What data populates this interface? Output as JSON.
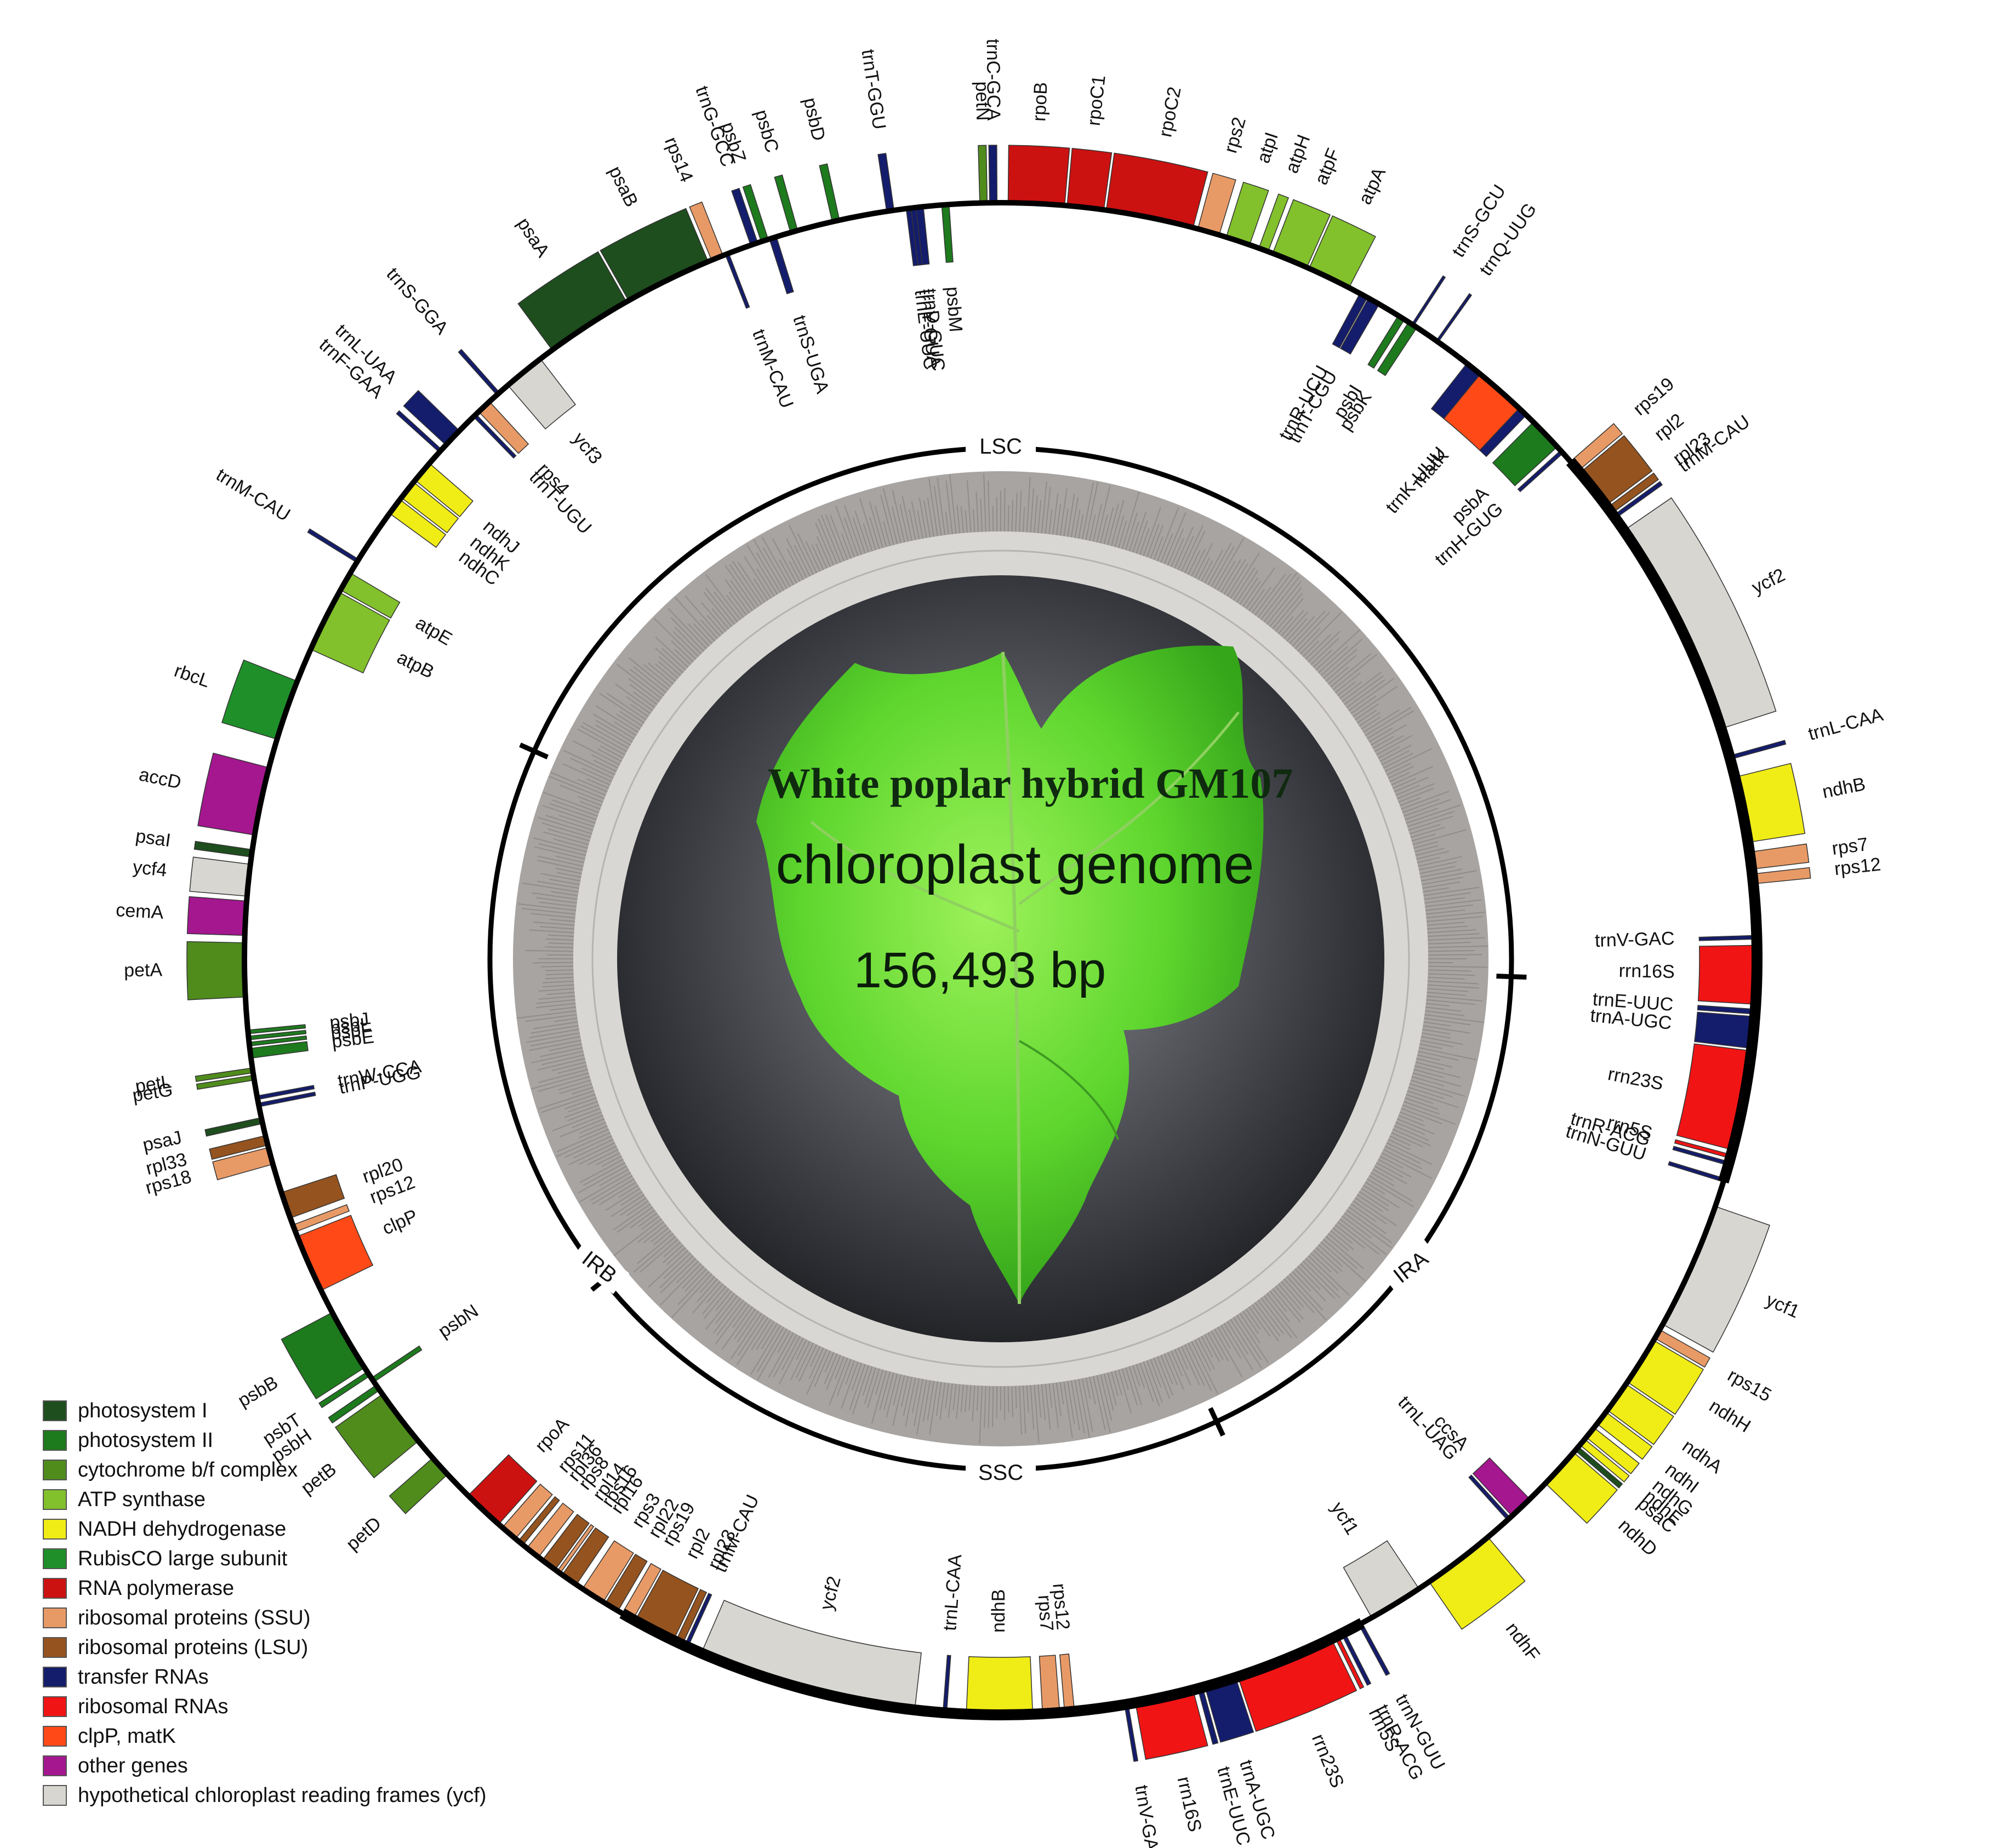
{
  "title": "White poplar hybrid GM107",
  "subtitle": "chloroplast genome",
  "size_label": "156,493 bp",
  "regions": {
    "lsc": "LSC",
    "ssc": "SSC",
    "ira": "IRA",
    "irb": "IRB"
  },
  "colors": {
    "photosystem_i": "#1e4d1e",
    "photosystem_ii": "#1d7a1d",
    "cytochrome": "#4f8c1c",
    "atp": "#82c02c",
    "ndh": "#f0ec16",
    "rubisco": "#1f8f2a",
    "rnapol": "#cc1111",
    "ssu": "#e89a66",
    "lsu": "#94531f",
    "trna": "#141c6c",
    "rrna": "#f01414",
    "clp": "#ff4a18",
    "other": "#a4178f",
    "ycf": "#d8d6d0"
  },
  "legend": [
    {
      "label": "photosystem I",
      "color": "#1e4d1e"
    },
    {
      "label": "photosystem II",
      "color": "#1d7a1d"
    },
    {
      "label": "cytochrome b/f complex",
      "color": "#4f8c1c"
    },
    {
      "label": "ATP synthase",
      "color": "#82c02c"
    },
    {
      "label": "NADH dehydrogenase",
      "color": "#f0ec16"
    },
    {
      "label": "RubisCO large subunit",
      "color": "#1f8f2a"
    },
    {
      "label": "RNA polymerase",
      "color": "#cc1111"
    },
    {
      "label": "ribosomal proteins (SSU)",
      "color": "#e89a66"
    },
    {
      "label": "ribosomal proteins (LSU)",
      "color": "#94531f"
    },
    {
      "label": "transfer RNAs",
      "color": "#141c6c"
    },
    {
      "label": "ribosomal RNAs",
      "color": "#f01414"
    },
    {
      "label": "clpP, matK",
      "color": "#ff4a18"
    },
    {
      "label": "other genes",
      "color": "#a4178f"
    },
    {
      "label": "hypothetical chloroplast reading frames (ycf)",
      "color": "#d8d6d0"
    }
  ],
  "genes": [
    {
      "name": "rpoB",
      "start": 0.6,
      "end": 5.2,
      "strand": "out",
      "cat": "rnapol",
      "out": true
    },
    {
      "name": "rpoC1",
      "start": 5.4,
      "end": 8.4,
      "strand": "out",
      "cat": "rnapol",
      "out": true
    },
    {
      "name": "rpoC2",
      "start": 8.6,
      "end": 15.8,
      "strand": "out",
      "cat": "rnapol",
      "out": true
    },
    {
      "name": "rps2",
      "start": 16.2,
      "end": 18.0,
      "strand": "out",
      "cat": "ssu",
      "out": true
    },
    {
      "name": "atpI",
      "start": 18.6,
      "end": 20.6,
      "strand": "out",
      "cat": "atp",
      "out": true
    },
    {
      "name": "atpH",
      "start": 21.4,
      "end": 22.2,
      "strand": "out",
      "cat": "atp",
      "out": true
    },
    {
      "name": "atpF",
      "start": 22.6,
      "end": 25.6,
      "strand": "out",
      "cat": "atp",
      "out": true
    },
    {
      "name": "atpA",
      "start": 25.8,
      "end": 29.4,
      "strand": "out",
      "cat": "atp",
      "out": true
    },
    {
      "name": "trnR-UCU",
      "start": 30.4,
      "end": 31.1,
      "strand": "in",
      "cat": "trna",
      "out": false
    },
    {
      "name": "trnT-CGU",
      "start": 31.2,
      "end": 32.2,
      "strand": "in",
      "cat": "trna",
      "out": false
    },
    {
      "name": "psbI",
      "start": 34.0,
      "end": 34.6,
      "strand": "in",
      "cat": "photosystem_ii",
      "out": false
    },
    {
      "name": "psbK",
      "start": 35.0,
      "end": 35.8,
      "strand": "in",
      "cat": "photosystem_ii",
      "out": false
    },
    {
      "name": "trnS-GCU",
      "start": 35.3,
      "end": 35.5,
      "strand": "out",
      "cat": "trna",
      "out": true
    },
    {
      "name": "trnQ-UUG",
      "start": 37.7,
      "end": 37.9,
      "strand": "out",
      "cat": "trna",
      "out": true
    },
    {
      "name": "trnK-UUU",
      "start": 40.8,
      "end": 47.2,
      "strand": "in",
      "cat": "trna",
      "out": false
    },
    {
      "name": "matK",
      "start": 42.2,
      "end": 46.4,
      "strand": "in",
      "cat": "clp",
      "out": false
    },
    {
      "name": "psbA",
      "start": 48.0,
      "end": 50.8,
      "strand": "in",
      "cat": "photosystem_ii",
      "out": false
    },
    {
      "name": "trnH-GUG",
      "start": 51.2,
      "end": 51.5,
      "strand": "in",
      "cat": "trna",
      "out": false
    },
    {
      "name": "rps19",
      "start": 52.4,
      "end": 53.4,
      "strand": "out",
      "cat": "ssu",
      "out": true
    },
    {
      "name": "rpl2",
      "start": 53.6,
      "end": 57.0,
      "strand": "out",
      "cat": "lsu",
      "out": true
    },
    {
      "name": "rpl23",
      "start": 57.2,
      "end": 57.8,
      "strand": "out",
      "cat": "lsu",
      "out": true
    },
    {
      "name": "trnM-CAU",
      "start": 58.0,
      "end": 58.3,
      "strand": "out",
      "cat": "trna",
      "out": true
    },
    {
      "name": "ycf2",
      "start": 59.5,
      "end": 77.5,
      "strand": "out",
      "cat": "ycf",
      "out": true
    },
    {
      "name": "trnL-CAA",
      "start": 79.8,
      "end": 80.1,
      "strand": "out",
      "cat": "trna",
      "out": true
    },
    {
      "name": "ndhB",
      "start": 81.6,
      "end": 87.0,
      "strand": "out",
      "cat": "ndh",
      "out": true
    },
    {
      "name": "rps7",
      "start": 87.8,
      "end": 89.2,
      "strand": "out",
      "cat": "ssu",
      "out": true
    },
    {
      "name": "rps12",
      "start": 89.6,
      "end": 90.4,
      "strand": "out",
      "cat": "ssu",
      "out": true
    },
    {
      "name": "trnV-GAC",
      "start": 94.6,
      "end": 94.9,
      "strand": "in",
      "cat": "trna",
      "out": false
    },
    {
      "name": "rrn16S",
      "start": 95.4,
      "end": 100.2,
      "strand": "in",
      "cat": "rrna",
      "out": false
    },
    {
      "name": "trnE-UUC",
      "start": 100.6,
      "end": 101.0,
      "strand": "in",
      "cat": "trna",
      "out": false
    },
    {
      "name": "trnA-UGC",
      "start": 101.2,
      "end": 103.8,
      "strand": "in",
      "cat": "trna",
      "out": false
    },
    {
      "name": "rrn23S",
      "start": 104.0,
      "end": 112.2,
      "strand": "in",
      "cat": "rrna",
      "out": false
    },
    {
      "name": "rrn5S",
      "start": 112.6,
      "end": 112.9,
      "strand": "in",
      "cat": "rrna",
      "out": false
    },
    {
      "name": "trnR-ACG",
      "start": 113.2,
      "end": 113.5,
      "strand": "in",
      "cat": "trna",
      "out": false
    },
    {
      "name": "trnN-GUU",
      "start": 114.6,
      "end": 114.9,
      "strand": "in",
      "cat": "trna",
      "out": false
    },
    {
      "name": "ycf1",
      "start": 117.0,
      "end": 127.5,
      "strand": "out",
      "cat": "ycf",
      "out": true
    },
    {
      "name": "rps15",
      "start": 128.0,
      "end": 128.8,
      "strand": "out",
      "cat": "ssu",
      "out": true
    },
    {
      "name": "ndhH",
      "start": 129.0,
      "end": 133.0,
      "strand": "out",
      "cat": "ndh",
      "out": true
    },
    {
      "name": "ndhA",
      "start": 133.2,
      "end": 135.8,
      "strand": "out",
      "cat": "ndh",
      "out": true
    },
    {
      "name": "ndhI",
      "start": 136.0,
      "end": 137.2,
      "strand": "out",
      "cat": "ndh",
      "out": true
    },
    {
      "name": "ndhG",
      "start": 137.6,
      "end": 138.6,
      "strand": "out",
      "cat": "ndh",
      "out": true
    },
    {
      "name": "ndhE",
      "start": 138.8,
      "end": 139.4,
      "strand": "out",
      "cat": "ndh",
      "out": true
    },
    {
      "name": "psaC",
      "start": 139.6,
      "end": 140.0,
      "strand": "out",
      "cat": "photosystem_i",
      "out": true
    },
    {
      "name": "ndhD",
      "start": 140.2,
      "end": 143.6,
      "strand": "out",
      "cat": "ndh",
      "out": true
    },
    {
      "name": "ccsA",
      "start": 145.4,
      "end": 147.4,
      "strand": "in",
      "cat": "other",
      "out": false
    },
    {
      "name": "trnL-UAG",
      "start": 147.6,
      "end": 147.9,
      "strand": "in",
      "cat": "trna",
      "out": false
    },
    {
      "name": "ndhF",
      "start": 150.0,
      "end": 156.0,
      "strand": "out",
      "cat": "ndh",
      "out": true
    },
    {
      "name": "ycf1",
      "start": 157.0,
      "end": 161.5,
      "strand": "in",
      "cat": "ycf",
      "out": false
    },
    {
      "name": "trnN-GUU",
      "start": 162.4,
      "end": 162.7,
      "strand": "out",
      "cat": "trna",
      "out": true
    },
    {
      "name": "trnR-ACG",
      "start": 164.0,
      "end": 164.3,
      "strand": "out",
      "cat": "trna",
      "out": true
    },
    {
      "name": "rrn5S",
      "start": 164.6,
      "end": 164.9,
      "strand": "out",
      "cat": "rrna",
      "out": true
    },
    {
      "name": "rrn23S",
      "start": 165.2,
      "end": 173.4,
      "strand": "out",
      "cat": "rrna",
      "out": true
    },
    {
      "name": "trnA-UGC",
      "start": 173.6,
      "end": 176.2,
      "strand": "out",
      "cat": "trna",
      "out": true
    },
    {
      "name": "trnE-UUC",
      "start": 176.4,
      "end": 176.8,
      "strand": "out",
      "cat": "trna",
      "out": true
    },
    {
      "name": "rrn16S",
      "start": 177.2,
      "end": 182.0,
      "strand": "out",
      "cat": "rrna",
      "out": true
    },
    {
      "name": "trnV-GAC",
      "start": 182.6,
      "end": 182.9,
      "strand": "out",
      "cat": "trna",
      "out": true
    },
    {
      "name": "rps12",
      "start": 187.0,
      "end": 187.8,
      "strand": "in",
      "cat": "ssu",
      "out": false
    },
    {
      "name": "rps7",
      "start": 188.2,
      "end": 189.6,
      "strand": "in",
      "cat": "ssu",
      "out": false
    },
    {
      "name": "ndhB",
      "start": 190.4,
      "end": 195.8,
      "strand": "in",
      "cat": "ndh",
      "out": false
    },
    {
      "name": "trnL-CAA",
      "start": 197.4,
      "end": 197.7,
      "strand": "in",
      "cat": "trna",
      "out": false
    },
    {
      "name": "ycf2",
      "start": 200.0,
      "end": 218.0,
      "strand": "in",
      "cat": "ycf",
      "out": false
    },
    {
      "name": "trnM-CAU",
      "start": 219.2,
      "end": 219.5,
      "strand": "in",
      "cat": "trna",
      "out": false
    },
    {
      "name": "rpl23",
      "start": 219.7,
      "end": 220.3,
      "strand": "in",
      "cat": "lsu",
      "out": false
    },
    {
      "name": "rpl2",
      "start": 220.5,
      "end": 224.0,
      "strand": "in",
      "cat": "lsu",
      "out": false
    },
    {
      "name": "rps19",
      "start": 224.2,
      "end": 225.2,
      "strand": "in",
      "cat": "ssu",
      "out": false
    },
    {
      "name": "rpl22",
      "start": 225.6,
      "end": 226.8,
      "strand": "in",
      "cat": "lsu",
      "out": false
    },
    {
      "name": "rps3",
      "start": 227.0,
      "end": 229.0,
      "strand": "in",
      "cat": "ssu",
      "out": false
    },
    {
      "name": "rpl16",
      "start": 229.6,
      "end": 231.0,
      "strand": "in",
      "cat": "lsu",
      "out": false
    },
    {
      "name": "rps16",
      "start": 231.2,
      "end": 231.5,
      "strand": "in",
      "cat": "ssu",
      "out": false
    },
    {
      "name": "rpl14",
      "start": 231.7,
      "end": 233.0,
      "strand": "in",
      "cat": "lsu",
      "out": false
    },
    {
      "name": "rps8",
      "start": 233.4,
      "end": 234.6,
      "strand": "in",
      "cat": "ssu",
      "out": false
    },
    {
      "name": "rpl36",
      "start": 235.0,
      "end": 235.5,
      "strand": "in",
      "cat": "lsu",
      "out": false
    },
    {
      "name": "rps11",
      "start": 235.8,
      "end": 237.2,
      "strand": "in",
      "cat": "ssu",
      "out": false
    },
    {
      "name": "rpoA",
      "start": 237.6,
      "end": 241.0,
      "strand": "in",
      "cat": "rnapol",
      "out": false
    },
    {
      "name": "petD",
      "start": 243.4,
      "end": 245.2,
      "strand": "out",
      "cat": "cytochrome",
      "out": true
    },
    {
      "name": "petB",
      "start": 247.0,
      "end": 251.8,
      "strand": "out",
      "cat": "cytochrome",
      "out": true
    },
    {
      "name": "psbH",
      "start": 252.2,
      "end": 252.7,
      "strand": "out",
      "cat": "photosystem_ii",
      "out": true
    },
    {
      "name": "psbN",
      "start": 253.0,
      "end": 253.4,
      "strand": "in",
      "cat": "photosystem_ii",
      "out": false
    },
    {
      "name": "psbT",
      "start": 253.6,
      "end": 254.0,
      "strand": "out",
      "cat": "photosystem_ii",
      "out": true
    },
    {
      "name": "psbB",
      "start": 254.4,
      "end": 259.6,
      "strand": "out",
      "cat": "photosystem_ii",
      "out": true
    },
    {
      "name": "clpP",
      "start": 261.6,
      "end": 266.4,
      "strand": "in",
      "cat": "clp",
      "out": false
    },
    {
      "name": "rps12",
      "start": 266.8,
      "end": 267.4,
      "strand": "in",
      "cat": "ssu",
      "out": false
    },
    {
      "name": "rpl20",
      "start": 268.0,
      "end": 270.2,
      "strand": "in",
      "cat": "lsu",
      "out": false
    },
    {
      "name": "rps18",
      "start": 272.6,
      "end": 274.0,
      "strand": "out",
      "cat": "ssu",
      "out": true
    },
    {
      "name": "rpl33",
      "start": 274.2,
      "end": 275.0,
      "strand": "out",
      "cat": "lsu",
      "out": true
    },
    {
      "name": "psaJ",
      "start": 276.0,
      "end": 276.5,
      "strand": "out",
      "cat": "photosystem_i",
      "out": true
    },
    {
      "name": "trnP-UGG",
      "start": 277.4,
      "end": 277.7,
      "strand": "in",
      "cat": "trna",
      "out": false
    },
    {
      "name": "trnW-CCA",
      "start": 278.0,
      "end": 278.3,
      "strand": "in",
      "cat": "trna",
      "out": false
    },
    {
      "name": "petG",
      "start": 279.6,
      "end": 280.0,
      "strand": "out",
      "cat": "cytochrome",
      "out": true
    },
    {
      "name": "petL",
      "start": 280.2,
      "end": 280.6,
      "strand": "out",
      "cat": "cytochrome",
      "out": true
    },
    {
      "name": "psbE",
      "start": 281.4,
      "end": 282.2,
      "strand": "in",
      "cat": "photosystem_ii",
      "out": false
    },
    {
      "name": "psbF",
      "start": 282.4,
      "end": 282.7,
      "strand": "in",
      "cat": "photosystem_ii",
      "out": false
    },
    {
      "name": "psbL",
      "start": 282.9,
      "end": 283.2,
      "strand": "in",
      "cat": "photosystem_ii",
      "out": false
    },
    {
      "name": "psbJ",
      "start": 283.4,
      "end": 283.7,
      "strand": "in",
      "cat": "photosystem_ii",
      "out": false
    },
    {
      "name": "petA",
      "start": 286.4,
      "end": 290.8,
      "strand": "out",
      "cat": "cytochrome",
      "out": true
    },
    {
      "name": "cemA",
      "start": 291.4,
      "end": 294.2,
      "strand": "out",
      "cat": "other",
      "out": true
    },
    {
      "name": "ycf4",
      "start": 294.6,
      "end": 297.2,
      "strand": "out",
      "cat": "ycf",
      "out": true
    },
    {
      "name": "psaI",
      "start": 297.8,
      "end": 298.4,
      "strand": "out",
      "cat": "photosystem_i",
      "out": true
    },
    {
      "name": "accD",
      "start": 299.6,
      "end": 305.2,
      "strand": "out",
      "cat": "other",
      "out": true
    },
    {
      "name": "rbcL",
      "start": 307.6,
      "end": 312.6,
      "strand": "out",
      "cat": "rubisco",
      "out": true
    },
    {
      "name": "atpB",
      "start": 315.4,
      "end": 320.6,
      "strand": "in",
      "cat": "atp",
      "out": false
    },
    {
      "name": "atpE",
      "start": 320.8,
      "end": 322.4,
      "strand": "in",
      "cat": "atp",
      "out": false
    },
    {
      "name": "trnM-CAU",
      "start": 323.4,
      "end": 323.7,
      "strand": "out",
      "cat": "trna",
      "out": true
    },
    {
      "name": "ndhC",
      "start": 328.2,
      "end": 329.6,
      "strand": "in",
      "cat": "ndh",
      "out": false
    },
    {
      "name": "ndhK",
      "start": 329.8,
      "end": 331.4,
      "strand": "in",
      "cat": "ndh",
      "out": false
    },
    {
      "name": "ndhJ",
      "start": 331.6,
      "end": 333.4,
      "strand": "in",
      "cat": "ndh",
      "out": false
    },
    {
      "name": "trnF-GAA",
      "start": 334.6,
      "end": 334.9,
      "strand": "out",
      "cat": "trna",
      "out": true
    },
    {
      "name": "trnL-UAA",
      "start": 335.4,
      "end": 337.0,
      "strand": "out",
      "cat": "trna",
      "out": true
    },
    {
      "name": "trnT-UGU",
      "start": 338.6,
      "end": 338.9,
      "strand": "in",
      "cat": "trna",
      "out": false
    },
    {
      "name": "rps4",
      "start": 339.2,
      "end": 340.4,
      "strand": "in",
      "cat": "ssu",
      "out": false
    },
    {
      "name": "trnS-GGA",
      "start": 341.2,
      "end": 341.5,
      "strand": "out",
      "cat": "trna",
      "out": true
    },
    {
      "name": "ycf3",
      "start": 342.4,
      "end": 345.8,
      "strand": "in",
      "cat": "ycf",
      "out": false
    },
    {
      "name": "psaA",
      "start": 347.0,
      "end": 354.2,
      "strand": "out",
      "cat": "photosystem_i",
      "out": true
    },
    {
      "name": "psaB",
      "start": 354.4,
      "end": 361.6,
      "strand": "out",
      "cat": "photosystem_i",
      "out": true
    },
    {
      "name": "rps14",
      "start": 361.9,
      "end": 362.9,
      "strand": "out",
      "cat": "ssu",
      "out": true
    },
    {
      "name": "trnM-CAU",
      "start": 363.1,
      "end": 363.4,
      "strand": "in",
      "cat": "trna",
      "out": false
    }
  ],
  "extra_genes": [
    {
      "name": "trnG-GCC",
      "pos": 365.6,
      "cat": "trna",
      "out": true
    },
    {
      "name": "psbZ",
      "pos": 366.5,
      "cat": "photosystem_ii",
      "out": true
    },
    {
      "name": "trnS-UGA",
      "pos": 367.2,
      "cat": "trna",
      "out": false
    },
    {
      "name": "psbC",
      "pos": 369.0,
      "cat": "photosystem_ii",
      "out": true
    },
    {
      "name": "psbD",
      "pos": 372.5,
      "cat": "photosystem_ii",
      "out": true
    },
    {
      "name": "trnT-GGU",
      "pos": 377.0,
      "cat": "trna",
      "out": true
    },
    {
      "name": "trnE-UUC",
      "pos": 378.6,
      "cat": "trna",
      "out": false
    },
    {
      "name": "trnY-GUA",
      "pos": 379.0,
      "cat": "trna",
      "out": false
    },
    {
      "name": "trnD-GUC",
      "pos": 379.4,
      "cat": "trna",
      "out": false
    },
    {
      "name": "psbM",
      "pos": 381.5,
      "cat": "photosystem_ii",
      "out": false
    },
    {
      "name": "petN",
      "pos": 384.6,
      "cat": "cytochrome",
      "out": true
    },
    {
      "name": "trnC-GCA",
      "pos": 385.4,
      "cat": "trna",
      "out": true
    }
  ]
}
